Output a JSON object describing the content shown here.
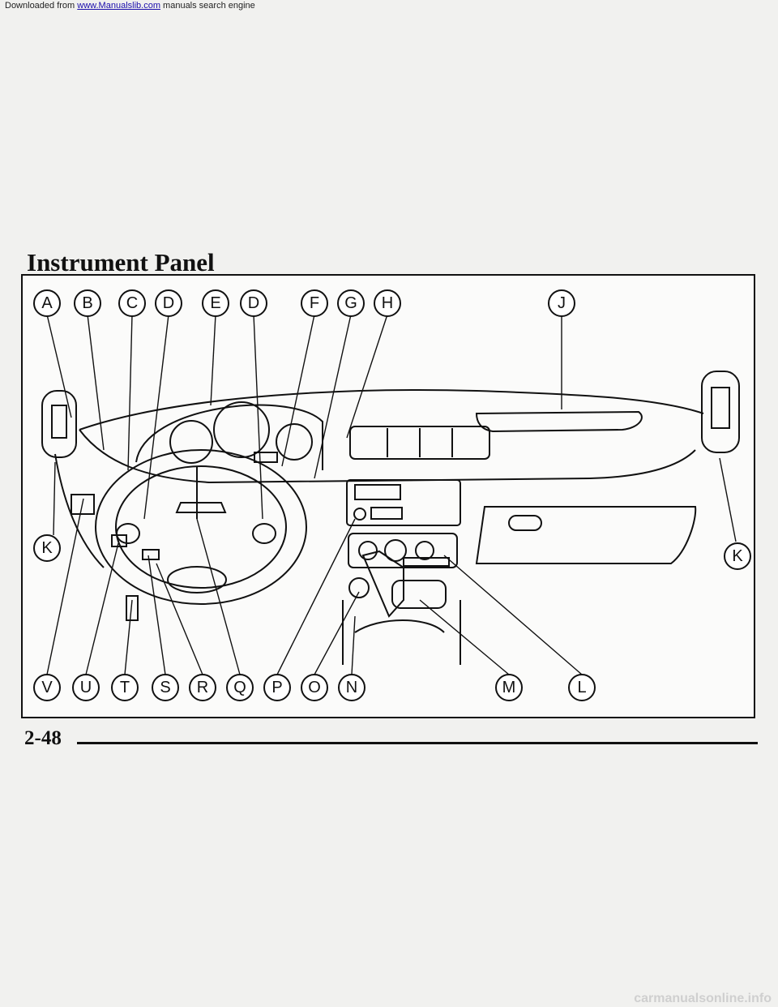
{
  "download_line": {
    "prefix": "Downloaded from",
    "link_text": "www.Manualslib.com",
    "suffix": "manuals search engine"
  },
  "heading": "Instrument Panel",
  "callouts": {
    "top": [
      "A",
      "B",
      "C",
      "D",
      "E",
      "D",
      "F",
      "G",
      "H",
      "J"
    ],
    "left_side": "K",
    "right_side": "K",
    "bottom": [
      "V",
      "U",
      "T",
      "S",
      "R",
      "Q",
      "P",
      "O",
      "N",
      "M",
      "L"
    ]
  },
  "page_number": "2-48",
  "footer_watermark": "carmanualsonline.info",
  "colors": {
    "ink": "#111111",
    "paper": "#f1f1ef",
    "link": "#1a0dab"
  }
}
